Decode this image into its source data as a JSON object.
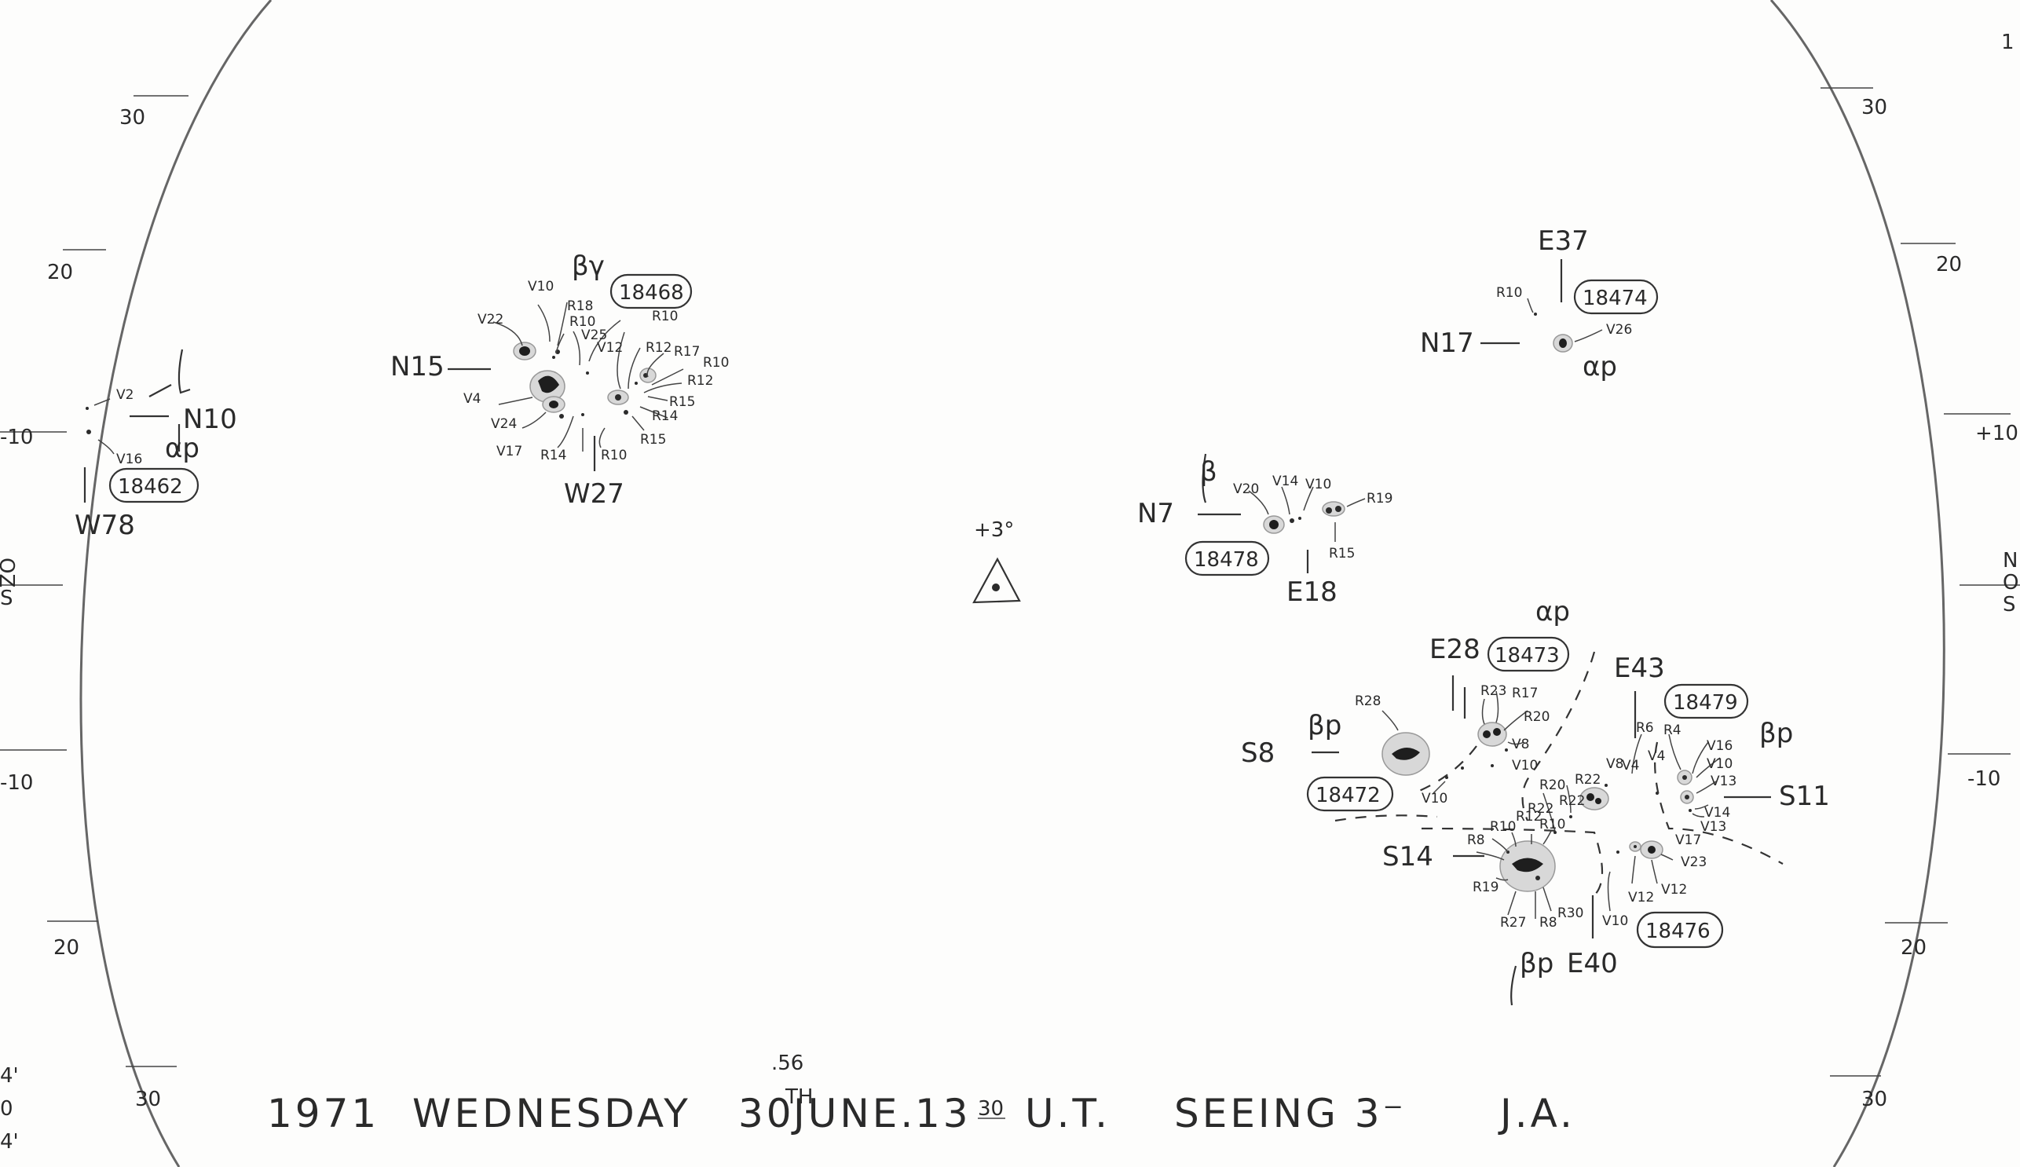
{
  "drawing": {
    "caption": {
      "year": "1971",
      "day": "WEDNESDAY",
      "date": "30",
      "date_suffix": "TH",
      "date_fraction": ".56",
      "month": "JUNE.",
      "hour": "13",
      "minute": "30",
      "timescale": "U.T.",
      "seeing": "SEEING 3⁻",
      "observer": "J.A."
    },
    "scale_left": [
      "30",
      "20",
      "-10",
      "-10",
      "20",
      "30"
    ],
    "scale_right": [
      "30",
      "20",
      "+10",
      "-10",
      "20",
      "30"
    ],
    "edge_marks": {
      "left_side": [
        "OZ",
        "S"
      ],
      "left_bottom": [
        "4'",
        "0",
        "4'"
      ],
      "right_top": "1",
      "right_side": [
        "N",
        "O",
        "S"
      ]
    },
    "center": {
      "latitude": "+3°"
    },
    "groups": [
      {
        "id": "18462",
        "class": "αp",
        "pos_lat": "N10",
        "pos_lon": "W78",
        "class_alt": "l",
        "labels": [
          "V2",
          "V16"
        ]
      },
      {
        "id": "18468",
        "class": "βγ",
        "pos_lat": "N15",
        "pos_lon": "W27",
        "labels": [
          "V22",
          "V10",
          "R18",
          "R10",
          "V25",
          "V12",
          "R10",
          "R12",
          "R17",
          "R10",
          "R12",
          "R15",
          "R14",
          "R15",
          "R10",
          "R14",
          "V17",
          "V24",
          "V4"
        ]
      },
      {
        "id": "18474",
        "class": "αp",
        "pos_lat": "N17",
        "pos_lon": "E37",
        "labels": [
          "R10",
          "V26"
        ]
      },
      {
        "id": "18478",
        "class": "β",
        "pos_lat": "N7",
        "pos_lon": "E18",
        "labels": [
          "V20",
          "V14",
          "V10",
          "R19",
          "R15"
        ]
      },
      {
        "id": "18473",
        "class": "αp",
        "pos_lon": "E28",
        "labels": [
          "R23",
          "R17",
          "R20",
          "V8",
          "V10"
        ]
      },
      {
        "id": "18472",
        "class": "βp",
        "pos_lat": "S8",
        "labels": [
          "R28",
          "V10"
        ]
      },
      {
        "id": "18479",
        "class": "βp",
        "pos_lat": "S11",
        "pos_lon": "E43",
        "labels": [
          "R6",
          "R4",
          "V16",
          "V10",
          "V13",
          "V14",
          "V13",
          "V8",
          "V4",
          "V4"
        ]
      },
      {
        "id": "18476",
        "class": "βp",
        "pos_lat": "S14",
        "pos_lon": "E40",
        "labels": [
          "R8",
          "R10",
          "R12",
          "R20",
          "R22",
          "R22",
          "R10",
          "R19",
          "R27",
          "R8",
          "R30",
          "V10",
          "V12",
          "V12",
          "V17",
          "V23",
          "R22"
        ]
      }
    ]
  }
}
